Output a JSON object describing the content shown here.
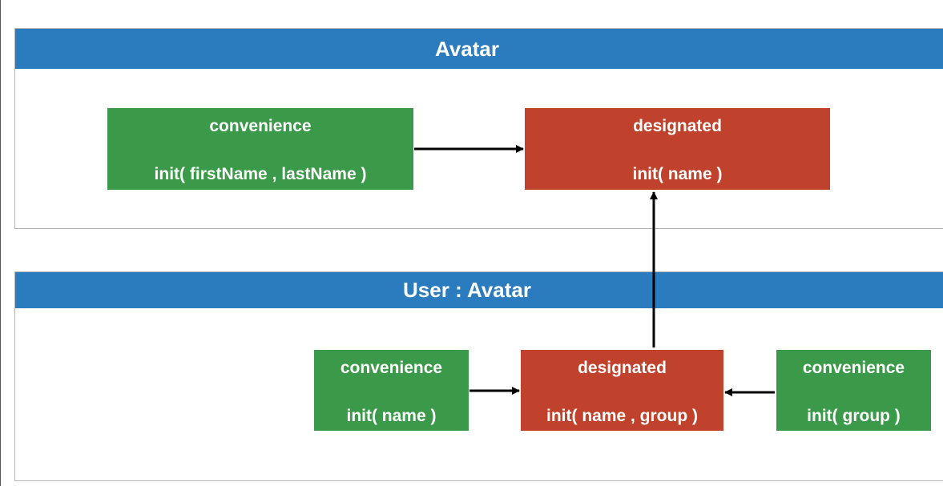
{
  "avatar_panel": {
    "title": "Avatar",
    "convenience": {
      "kind": "convenience",
      "signature": "init( firstName , lastName )"
    },
    "designated": {
      "kind": "designated",
      "signature": "init( name )"
    }
  },
  "user_panel": {
    "title": "User : Avatar",
    "convenience_name": {
      "kind": "convenience",
      "signature": "init( name )"
    },
    "designated": {
      "kind": "designated",
      "signature": "init( name , group )"
    },
    "convenience_group": {
      "kind": "convenience",
      "signature": "init( group )"
    }
  },
  "colors": {
    "header": "#2a7cbf",
    "convenience": "#3b9a4a",
    "designated": "#c0422c",
    "arrow": "#000000"
  }
}
